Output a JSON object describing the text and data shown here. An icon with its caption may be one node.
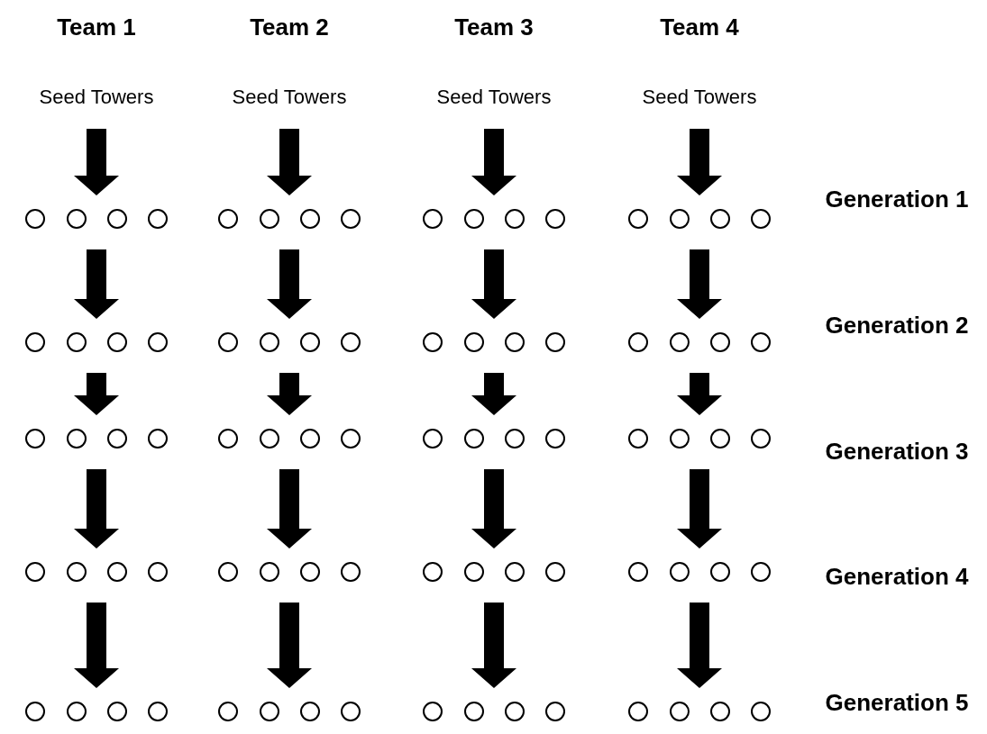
{
  "diagram": {
    "nodes": [
      {
        "text": [
          "Seed Towers"
        ]
      },
      {
        "text": [
          "Seed Towers"
        ]
      },
      {
        "text": [
          "Seed Towers"
        ]
      },
      {
        "text": [
          "Seed Towers"
        ]
      },
      {
        "text": [],
        "shape": "circles"
      },
      {
        "text": [],
        "shape": "circles"
      },
      {
        "text": [],
        "shape": "circles"
      },
      {
        "text": [],
        "shape": "circles"
      },
      {
        "text": [],
        "shape": "circles"
      },
      {
        "text": [],
        "shape": "circles"
      },
      {
        "text": [],
        "shape": "circles"
      },
      {
        "text": [],
        "shape": "circles"
      },
      {
        "text": [],
        "shape": "circles"
      },
      {
        "text": [],
        "shape": "circles"
      },
      {
        "text": [],
        "shape": "circles"
      },
      {
        "text": [],
        "shape": "circles"
      },
      {
        "text": [],
        "shape": "circles"
      },
      {
        "text": [],
        "shape": "circles"
      },
      {
        "text": [],
        "shape": "circles"
      },
      {
        "text": [],
        "shape": "circles"
      },
      {
        "text": [],
        "shape": "circles"
      },
      {
        "text": [],
        "shape": "circles"
      },
      {
        "text": [],
        "shape": "circles"
      },
      {
        "text": [],
        "shape": "circles"
      }
    ],
    "edges": [
      {
        "from": 0,
        "to": 4,
        "arrow": "to",
        "style": "thick"
      },
      {
        "from": 1,
        "to": 5,
        "arrow": "to",
        "style": "thick"
      },
      {
        "from": 2,
        "to": 6,
        "arrow": "to",
        "style": "thick"
      },
      {
        "from": 3,
        "to": 7,
        "arrow": "to",
        "style": "thick"
      },
      {
        "from": 4,
        "to": 8,
        "arrow": "to",
        "style": "thick"
      },
      {
        "from": 5,
        "to": 9,
        "arrow": "to",
        "style": "thick"
      },
      {
        "from": 6,
        "to": 10,
        "arrow": "to",
        "style": "thick"
      },
      {
        "from": 7,
        "to": 11,
        "arrow": "to",
        "style": "thick"
      },
      {
        "from": 8,
        "to": 12,
        "arrow": "to",
        "style": "thick"
      },
      {
        "from": 9,
        "to": 13,
        "arrow": "to",
        "style": "thick"
      },
      {
        "from": 10,
        "to": 14,
        "arrow": "to",
        "style": "thick"
      },
      {
        "from": 11,
        "to": 15,
        "arrow": "to",
        "style": "thick"
      },
      {
        "from": 12,
        "to": 16,
        "arrow": "to",
        "style": "thick"
      },
      {
        "from": 13,
        "to": 17,
        "arrow": "to",
        "style": "thick"
      },
      {
        "from": 14,
        "to": 18,
        "arrow": "to",
        "style": "thick"
      },
      {
        "from": 15,
        "to": 19,
        "arrow": "to",
        "style": "thick"
      },
      {
        "from": 16,
        "to": 20,
        "arrow": "to",
        "style": "thick"
      },
      {
        "from": 17,
        "to": 21,
        "arrow": "to",
        "style": "thick"
      },
      {
        "from": 18,
        "to": 22,
        "arrow": "to",
        "style": "thick"
      },
      {
        "from": 19,
        "to": 23,
        "arrow": "to",
        "style": "thick"
      }
    ],
    "labels": [
      "Team 1",
      "Team 2",
      "Team 3",
      "Team 4",
      "Generation 1",
      "Generation 2",
      "Generation 3",
      "Generation 4",
      "Generation 5"
    ]
  }
}
